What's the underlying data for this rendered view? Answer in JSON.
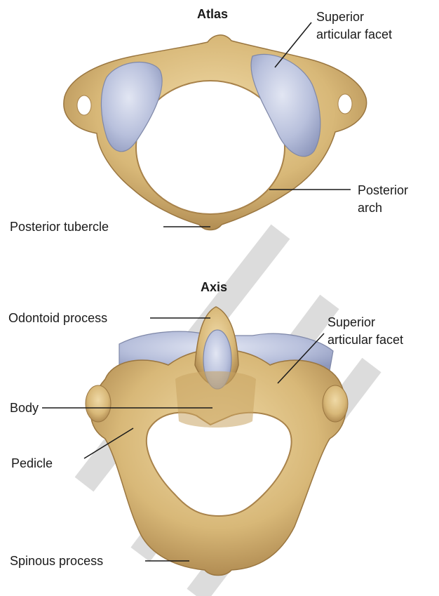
{
  "atlas": {
    "title": "Atlas",
    "labels": {
      "superior_articular_facet_line1": "Superior",
      "superior_articular_facet_line2": "articular facet",
      "posterior_arch_line1": "Posterior",
      "posterior_arch_line2": "arch",
      "posterior_tubercle": "Posterior tubercle"
    }
  },
  "axis": {
    "title": "Axis",
    "labels": {
      "odontoid_process": "Odontoid process",
      "superior_articular_facet_line1": "Superior",
      "superior_articular_facet_line2": "articular facet",
      "body": "Body",
      "pedicle": "Pedicle",
      "spinous_process": "Spinous process"
    }
  },
  "colors": {
    "bone": "#d8b878",
    "bone_dark": "#a8824a",
    "cartilage": "#b8c0dc",
    "line": "#1a1a1a",
    "watermark": "#d8d8d8"
  }
}
